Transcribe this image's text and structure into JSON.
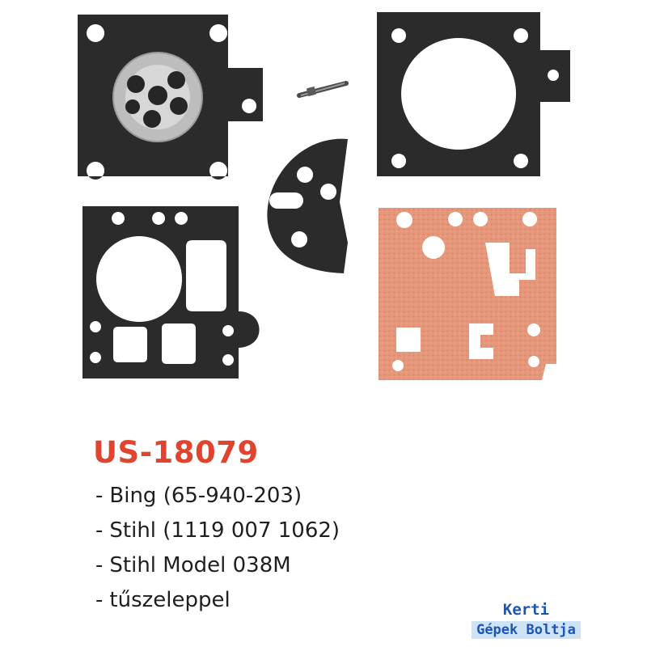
{
  "product": {
    "code": "US-18079",
    "items": [
      "Bing (65-940-203)",
      "Stihl (1119 007 1062)",
      "Stihl Model 038M",
      "tűszeleppel"
    ]
  },
  "watermark": {
    "line1": "Kerti",
    "line2": "Gépek Boltja"
  },
  "colors": {
    "code_red": "#e0442e",
    "gasket_dark": "#2a2a2a",
    "gasket_fiber": "#e3936c",
    "brand_blue": "#1d55b4"
  }
}
